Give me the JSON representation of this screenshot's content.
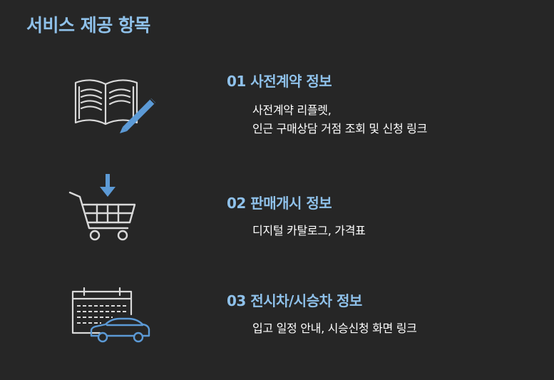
{
  "page": {
    "title": "서비스 제공 항목"
  },
  "colors": {
    "background": "#262626",
    "accent": "#8fc1ea",
    "icon_line": "#d9d9d9",
    "icon_accent": "#5c9ad6",
    "text": "#ffffff"
  },
  "items": [
    {
      "icon": "open-book-pencil-icon",
      "title": "01 사전계약 정보",
      "desc": [
        "사전계약 리플렛,",
        "인근 구매상담 거점 조회 및 신청 링크"
      ]
    },
    {
      "icon": "shopping-cart-download-icon",
      "title": "02 판매개시 정보",
      "desc": [
        "디지털 카탈로그, 가격표"
      ]
    },
    {
      "icon": "calendar-car-icon",
      "title": "03 전시차/시승차 정보",
      "desc": [
        "입고 일정 안내, 시승신청 화면 링크"
      ]
    }
  ]
}
